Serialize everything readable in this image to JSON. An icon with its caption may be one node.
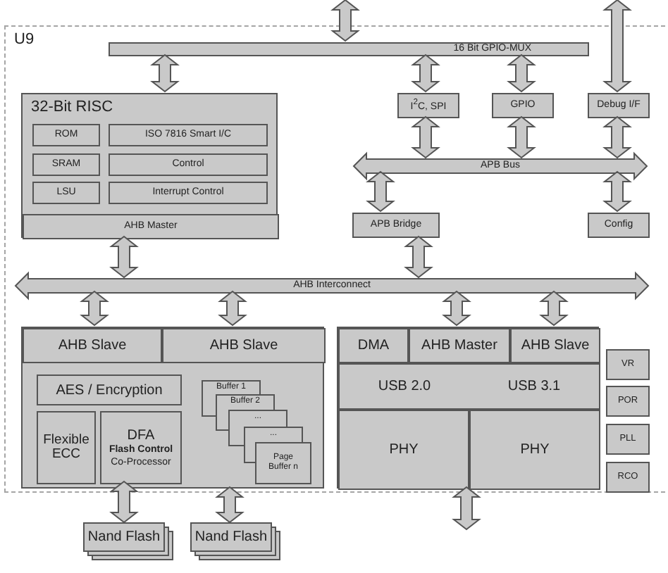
{
  "diagram": {
    "nodes": [
      {
        "text": [
          "U9"
        ]
      },
      {
        "text": [
          "16 Bit GPIO-MUX"
        ],
        "in": 0
      },
      {
        "text": [
          "32-Bit RISC"
        ],
        "in": 0
      },
      {
        "text": [
          "ROM"
        ],
        "in": 2
      },
      {
        "text": [
          "ISO 7816  Smart I/C"
        ],
        "in": 2
      },
      {
        "text": [
          "SRAM"
        ],
        "in": 2
      },
      {
        "text": [
          "Control"
        ],
        "in": 2
      },
      {
        "text": [
          "LSU"
        ],
        "in": 2
      },
      {
        "text": [
          "Interrupt Control"
        ],
        "in": 2
      },
      {
        "text": [
          "AHB Master"
        ],
        "in": 2
      },
      {
        "text": [
          "I$^{2}$C, SPI"
        ],
        "in": 0
      },
      {
        "text": [
          "GPIO"
        ],
        "in": 0
      },
      {
        "text": [
          "Debug I/F"
        ],
        "in": 0
      },
      {
        "text": [
          "APB Bus"
        ],
        "in": 0
      },
      {
        "text": [
          "APB Bridge"
        ],
        "in": 0
      },
      {
        "text": [
          "Config"
        ],
        "in": 0
      },
      {
        "text": [
          "AHB Interconnect"
        ],
        "in": 0
      },
      {
        "text": [],
        "shape": "box",
        "in": 0
      },
      {
        "text": [
          "AHB Slave"
        ],
        "in": 17
      },
      {
        "text": [
          "AHB Slave"
        ],
        "in": 17
      },
      {
        "text": [
          "AES / Encryption"
        ],
        "in": 17
      },
      {
        "text": [
          "Flexible ECC"
        ],
        "in": 17
      },
      {
        "text": [
          "DFA",
          "Flash Control",
          "Co-Processor"
        ],
        "in": 17
      },
      {
        "text": [
          "Buffer 1"
        ],
        "in": 17
      },
      {
        "text": [
          "Buffer 2"
        ],
        "in": 17
      },
      {
        "text": [
          "..."
        ],
        "in": 17
      },
      {
        "text": [
          "..."
        ],
        "in": 17
      },
      {
        "text": [
          "Page Buffer n"
        ],
        "in": 17
      },
      {
        "text": [
          "Nand Flash"
        ]
      },
      {
        "text": [
          "Nand Flash"
        ]
      },
      {
        "text": [],
        "shape": "box",
        "in": 0
      },
      {
        "text": [
          "DMA"
        ],
        "in": 30
      },
      {
        "text": [
          "AHB Master"
        ],
        "in": 30
      },
      {
        "text": [
          "AHB Slave"
        ],
        "in": 30
      },
      {
        "text": [
          "USB 2.0",
          "USB 3.1"
        ],
        "in": 30
      },
      {
        "text": [
          "PHY"
        ],
        "in": 30
      },
      {
        "text": [
          "PHY"
        ],
        "in": 30
      },
      {
        "text": [
          "VR"
        ],
        "in": 0
      },
      {
        "text": [
          "POR"
        ],
        "in": 0
      },
      {
        "text": [
          "PLL"
        ],
        "in": 0
      },
      {
        "text": [
          "RCO"
        ],
        "in": 0
      }
    ],
    "edges": [
      {
        "from": null,
        "to": 1,
        "arrow": "both"
      },
      {
        "from": 1,
        "to": 2,
        "arrow": "both"
      },
      {
        "from": 1,
        "to": 10,
        "arrow": "both"
      },
      {
        "from": 1,
        "to": 11,
        "arrow": "both"
      },
      {
        "from": null,
        "to": 12,
        "arrow": "both"
      },
      {
        "from": 10,
        "to": 13,
        "arrow": "both"
      },
      {
        "from": 11,
        "to": 13,
        "arrow": "both"
      },
      {
        "from": 12,
        "to": 13,
        "arrow": "both"
      },
      {
        "from": 13,
        "to": 14,
        "arrow": "both"
      },
      {
        "from": 13,
        "to": 15,
        "arrow": "both"
      },
      {
        "from": 9,
        "to": 16,
        "arrow": "both"
      },
      {
        "from": 14,
        "to": 16,
        "arrow": "both"
      },
      {
        "from": 16,
        "to": 18,
        "arrow": "both"
      },
      {
        "from": 16,
        "to": 19,
        "arrow": "both"
      },
      {
        "from": 16,
        "to": 32,
        "arrow": "both"
      },
      {
        "from": 16,
        "to": 33,
        "arrow": "both"
      },
      {
        "from": 22,
        "to": 28,
        "arrow": "both"
      },
      {
        "from": 17,
        "to": 29,
        "arrow": "both"
      },
      {
        "from": 30,
        "to": null,
        "arrow": "both"
      }
    ]
  }
}
